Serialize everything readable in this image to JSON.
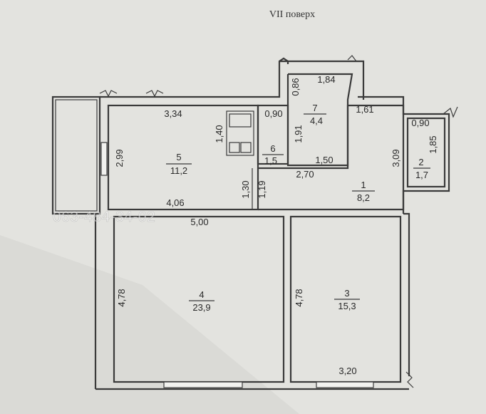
{
  "title": "VII поверх",
  "phone": "063-484-34-02",
  "rooms": [
    {
      "id": "1",
      "area": "8,2"
    },
    {
      "id": "2",
      "area": "1,7"
    },
    {
      "id": "3",
      "area": "15,3"
    },
    {
      "id": "4",
      "area": "23,9"
    },
    {
      "id": "5",
      "area": "11,2"
    },
    {
      "id": "6",
      "area": "1,5"
    },
    {
      "id": "7",
      "area": "4,4"
    }
  ],
  "dimensions": {
    "d_3_34": "3,34",
    "d_2_99": "2,99",
    "d_1_40": "1,40",
    "d_0_90_a": "0,90",
    "d_0_86": "0,86",
    "d_1_84": "1,84",
    "d_1_91": "1,91",
    "d_1_50": "1,50",
    "d_1_61": "1,61",
    "d_0_90_b": "0,90",
    "d_1_85": "1,85",
    "d_3_09": "3,09",
    "d_2_70": "2,70",
    "d_1_30": "1,30",
    "d_1_19": "1,19",
    "d_4_06": "4,06",
    "d_5_00": "5,00",
    "d_4_78_a": "4,78",
    "d_4_78_b": "4,78",
    "d_3_20": "3,20"
  }
}
